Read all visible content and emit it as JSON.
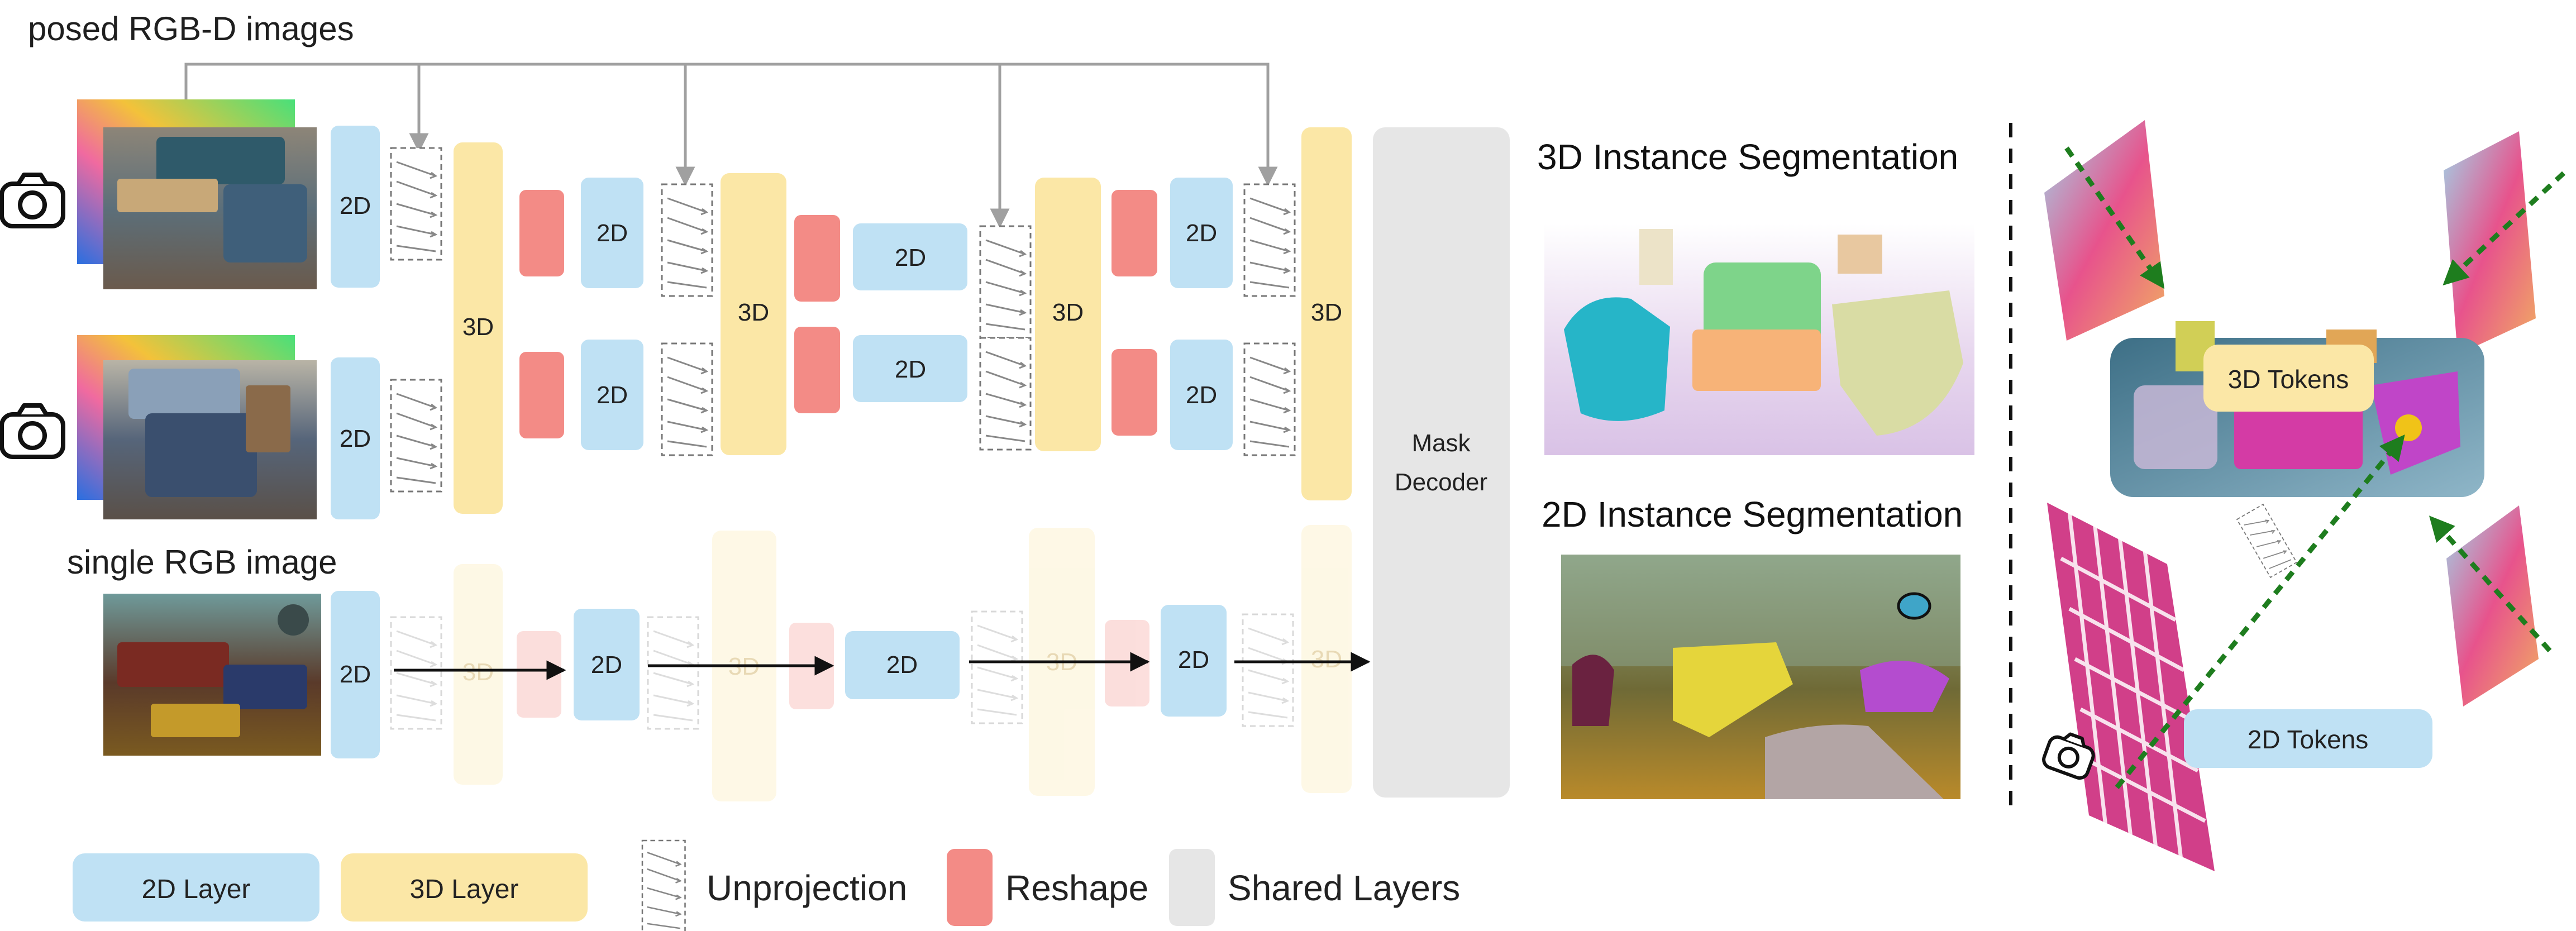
{
  "labels": {
    "posed": "posed RGB-D images",
    "single": "single RGB image",
    "seg3d": "3D Instance Segmentation",
    "seg2d": "2D Instance Segmentation",
    "mask_line1": "Mask",
    "mask_line2": "Decoder",
    "tokens3d": "3D Tokens",
    "tokens2d": "2D Tokens"
  },
  "block_labels": {
    "layer2d": "2D",
    "layer3d": "3D"
  },
  "legend": [
    {
      "key": "2d-layer",
      "label": "2D Layer",
      "color": "#bfe1f4"
    },
    {
      "key": "3d-layer",
      "label": "3D Layer",
      "color": "#fbe7a6"
    },
    {
      "key": "unprojection",
      "label": "Unprojection",
      "color": "#ffffff"
    },
    {
      "key": "reshape",
      "label": "Reshape",
      "color": "#f38b86"
    },
    {
      "key": "shared-layers",
      "label": "Shared Layers",
      "color": "#e6e6e6"
    }
  ],
  "colors": {
    "layer2d": "#bfe1f4",
    "layer3d": "#fbe7a6",
    "reshape": "#f38b86",
    "shared": "#e6e6e6",
    "arrow_gray": "#a0a0a0",
    "dashed_green": "#1e7d1e"
  },
  "icons": [
    "camera-icon",
    "unprojection-icon",
    "scene-thumbnail"
  ]
}
